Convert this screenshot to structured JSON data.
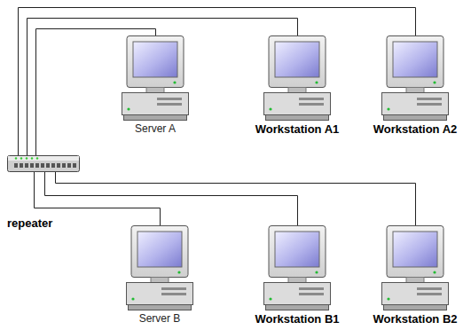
{
  "diagram": {
    "nodes": [
      {
        "text": [
          "Server A"
        ]
      },
      {
        "text": [
          "Workstation A1"
        ]
      },
      {
        "text": [
          "Workstation A2"
        ]
      },
      {
        "text": [
          "repeater"
        ]
      },
      {
        "text": [
          "Server B"
        ]
      },
      {
        "text": [
          "Workstation B1"
        ]
      },
      {
        "text": [
          "Workstation B2"
        ]
      }
    ],
    "edges": [
      {
        "from": 3,
        "to": 0,
        "arrow": "none"
      },
      {
        "from": 3,
        "to": 1,
        "arrow": "none"
      },
      {
        "from": 3,
        "to": 2,
        "arrow": "none"
      },
      {
        "from": 3,
        "to": 4,
        "arrow": "none"
      },
      {
        "from": 3,
        "to": 5,
        "arrow": "none"
      },
      {
        "from": 3,
        "to": 6,
        "arrow": "none"
      }
    ]
  }
}
